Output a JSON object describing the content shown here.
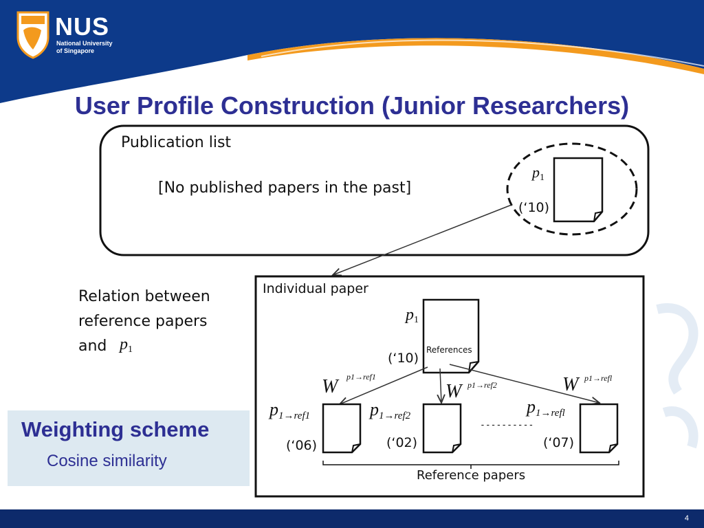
{
  "slide": {
    "title": "User Profile Construction (Junior Researchers)",
    "page_number": "4",
    "colors": {
      "title": "#2d2f93",
      "header": "#0d3a8a",
      "accent": "#f39a1e",
      "footer": "#0d2a6b",
      "callout_bg": "#dde9f1"
    }
  },
  "logo": {
    "name": "NUS",
    "line1": "National University",
    "line2": "of Singapore"
  },
  "diagram": {
    "publication_list": {
      "title": "Publication list",
      "note": "[No published papers in the past]",
      "paper_label": "p",
      "paper_sub": "1",
      "year": "(‘10)"
    },
    "relation": {
      "line1": "Relation between",
      "line2": "reference papers",
      "line3": "and",
      "p_label": "p",
      "p_sub": "1"
    },
    "individual_paper": {
      "title": "Individual paper",
      "paper_label": "p",
      "paper_sub": "1",
      "year": "(‘10)",
      "references": "References"
    },
    "weights": [
      {
        "W": "W",
        "sup": "p1→ref1"
      },
      {
        "W": "W",
        "sup": "p1→ref2"
      },
      {
        "W": "W",
        "sup": "p1→refl"
      }
    ],
    "refs": [
      {
        "label": "p",
        "sub": "1→ref1",
        "year": "(‘06)"
      },
      {
        "label": "p",
        "sub": "1→ref2",
        "year": "(‘02)"
      },
      {
        "label": "p",
        "sub": "1→refl",
        "year": "(‘07)"
      }
    ],
    "dots": "----------",
    "reference_papers": "Reference papers"
  },
  "weighting": {
    "title": "Weighting scheme",
    "subtitle": "Cosine similarity"
  }
}
